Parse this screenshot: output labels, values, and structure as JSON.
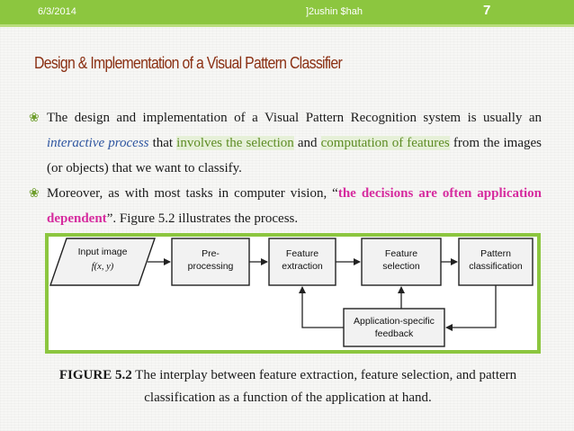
{
  "header": {
    "date": "6/3/2014",
    "author": "]2ushin $hah",
    "page_number": "7"
  },
  "title": "Design & Implementation of  a Visual Pattern Classifier",
  "paragraphs": [
    {
      "p1_a": "The design and implementation of a Visual Pattern Recognition system is usually an ",
      "p1_b": "interactive process",
      "p1_c": " that ",
      "p1_d": "involves the selection",
      "p1_e": " and ",
      "p1_f": "computation of features",
      "p1_g": " from the images (or objects) that we want to classify."
    },
    {
      "p2_a": "Moreover, as with most tasks in computer vision, “",
      "p2_b": "the decisions are often application dependent",
      "p2_c": "”.  Figure 5.2 illustrates the process."
    }
  ],
  "diagram": {
    "input_line1": "Input image",
    "input_line2": "f(x, y)",
    "pre_line1": "Pre-",
    "pre_line2": "processing",
    "fe_line1": "Feature",
    "fe_line2": "extraction",
    "fs_line1": "Feature",
    "fs_line2": "selection",
    "pc_line1": "Pattern",
    "pc_line2": "classification",
    "fb_line1": "Application-specific",
    "fb_line2": "feedback"
  },
  "caption": {
    "label": "FIGURE 5.2",
    "text": " The interplay between feature extraction, feature selection, and pattern classification as a function of the application at hand."
  },
  "colors": {
    "accent": "#8cc63f",
    "title": "#8a2f12",
    "italic_blue": "#2e55a0",
    "pink": "#d62b9e",
    "green_text": "#5d8c24"
  },
  "icons": {
    "bullet": "❀"
  }
}
